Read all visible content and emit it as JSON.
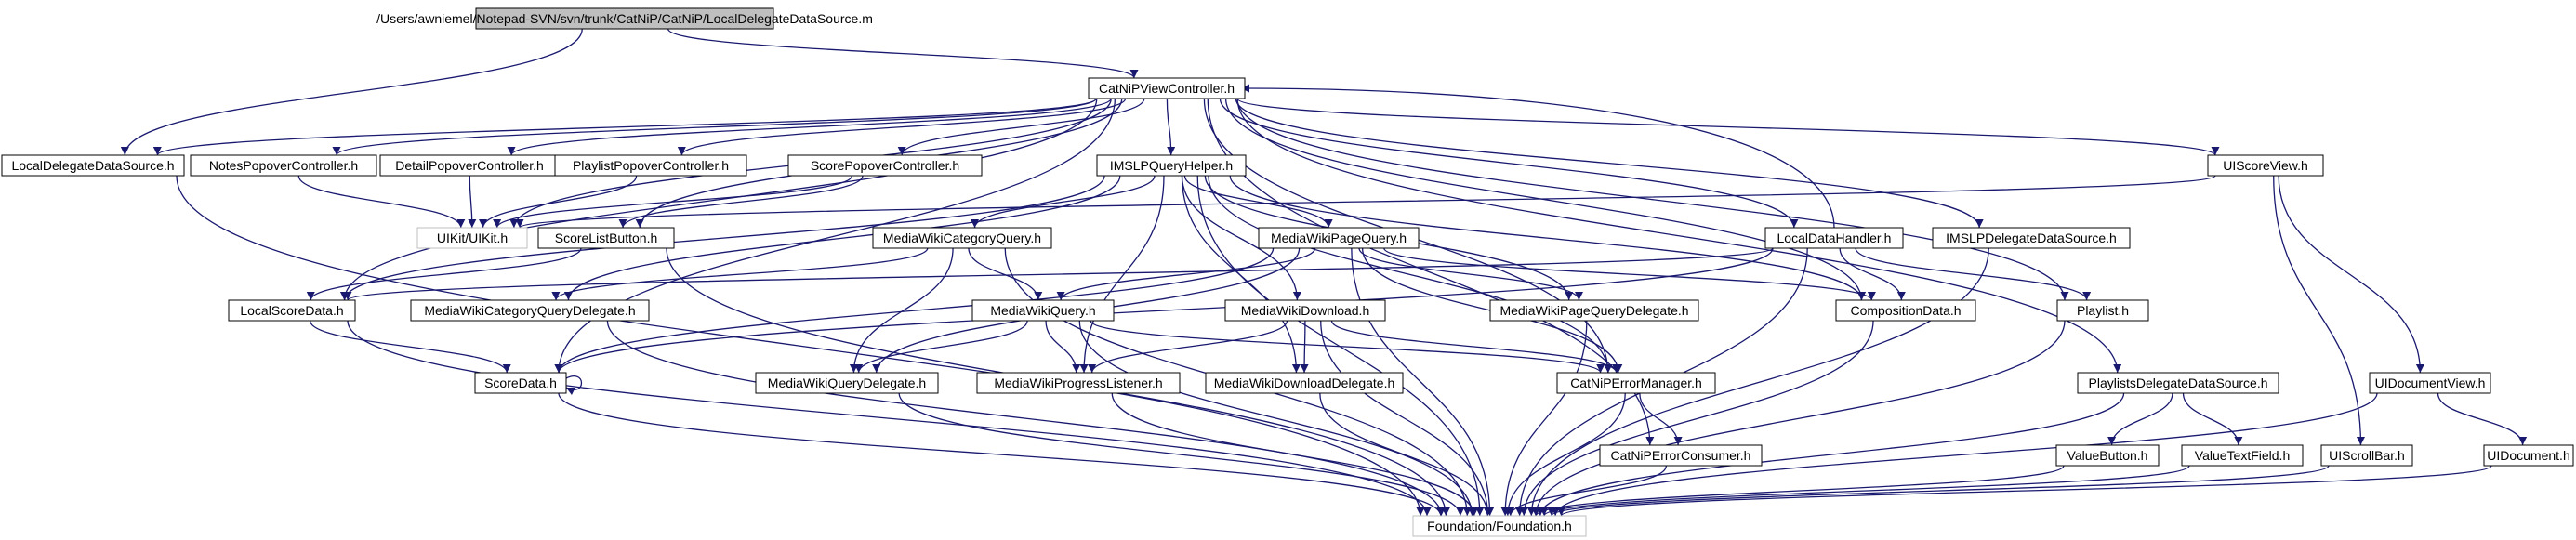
{
  "graph": {
    "colors": {
      "edge": "#191970",
      "node_border": "#000000",
      "external_border": "#bfbfbf",
      "root_fill": "#bfbfbf",
      "background": "#ffffff"
    },
    "nodes": [
      {
        "id": "root",
        "label": "/Users/awniemel/Notepad-SVN/svn/trunk/CatNiP/CatNiP/LocalDelegateDataSource.m",
        "kind": "root"
      },
      {
        "id": "catnipvc",
        "label": "CatNiPViewController.h",
        "kind": "file"
      },
      {
        "id": "localdelegate",
        "label": "LocalDelegateDataSource.h",
        "kind": "file"
      },
      {
        "id": "notespop",
        "label": "NotesPopoverController.h",
        "kind": "file"
      },
      {
        "id": "detailpop",
        "label": "DetailPopoverController.h",
        "kind": "file"
      },
      {
        "id": "playlistpop",
        "label": "PlaylistPopoverController.h",
        "kind": "file"
      },
      {
        "id": "scorepop",
        "label": "ScorePopoverController.h",
        "kind": "file"
      },
      {
        "id": "imslpquery",
        "label": "IMSLPQueryHelper.h",
        "kind": "file"
      },
      {
        "id": "uiscoreview",
        "label": "UIScoreView.h",
        "kind": "file"
      },
      {
        "id": "uikit",
        "label": "UIKit/UIKit.h",
        "kind": "external"
      },
      {
        "id": "scorelistbtn",
        "label": "ScoreListButton.h",
        "kind": "file"
      },
      {
        "id": "mwcatquery",
        "label": "MediaWikiCategoryQuery.h",
        "kind": "file"
      },
      {
        "id": "mwpagequery",
        "label": "MediaWikiPageQuery.h",
        "kind": "file"
      },
      {
        "id": "localdatahandler",
        "label": "LocalDataHandler.h",
        "kind": "file"
      },
      {
        "id": "imslpdelegate",
        "label": "IMSLPDelegateDataSource.h",
        "kind": "file"
      },
      {
        "id": "localscoredata",
        "label": "LocalScoreData.h",
        "kind": "file"
      },
      {
        "id": "mwcatqdelegate",
        "label": "MediaWikiCategoryQueryDelegate.h",
        "kind": "file"
      },
      {
        "id": "mwquery",
        "label": "MediaWikiQuery.h",
        "kind": "file"
      },
      {
        "id": "mwdownload",
        "label": "MediaWikiDownload.h",
        "kind": "file"
      },
      {
        "id": "mwpageqdelegate",
        "label": "MediaWikiPageQueryDelegate.h",
        "kind": "file"
      },
      {
        "id": "compdata",
        "label": "CompositionData.h",
        "kind": "file"
      },
      {
        "id": "playlist",
        "label": "Playlist.h",
        "kind": "file"
      },
      {
        "id": "scoredata",
        "label": "ScoreData.h",
        "kind": "file"
      },
      {
        "id": "mwqdelegate",
        "label": "MediaWikiQueryDelegate.h",
        "kind": "file"
      },
      {
        "id": "mwprogress",
        "label": "MediaWikiProgressListener.h",
        "kind": "file"
      },
      {
        "id": "mwdldelegate",
        "label": "MediaWikiDownloadDelegate.h",
        "kind": "file"
      },
      {
        "id": "errmanager",
        "label": "CatNiPErrorManager.h",
        "kind": "file"
      },
      {
        "id": "playlistsds",
        "label": "PlaylistsDelegateDataSource.h",
        "kind": "file"
      },
      {
        "id": "uidocview",
        "label": "UIDocumentView.h",
        "kind": "file"
      },
      {
        "id": "errconsumer",
        "label": "CatNiPErrorConsumer.h",
        "kind": "file"
      },
      {
        "id": "valuebutton",
        "label": "ValueButton.h",
        "kind": "file"
      },
      {
        "id": "valuetextfield",
        "label": "ValueTextField.h",
        "kind": "file"
      },
      {
        "id": "uiscrollbar",
        "label": "UIScrollBar.h",
        "kind": "file"
      },
      {
        "id": "uidocument",
        "label": "UIDocument.h",
        "kind": "file"
      },
      {
        "id": "foundation",
        "label": "Foundation/Foundation.h",
        "kind": "external"
      }
    ],
    "edges": [
      [
        "root",
        "catnipvc"
      ],
      [
        "root",
        "localdelegate"
      ],
      [
        "catnipvc",
        "localdelegate"
      ],
      [
        "catnipvc",
        "notespop"
      ],
      [
        "catnipvc",
        "detailpop"
      ],
      [
        "catnipvc",
        "playlistpop"
      ],
      [
        "catnipvc",
        "scorepop"
      ],
      [
        "catnipvc",
        "imslpquery"
      ],
      [
        "catnipvc",
        "uiscoreview"
      ],
      [
        "catnipvc",
        "uikit"
      ],
      [
        "catnipvc",
        "scorelistbtn"
      ],
      [
        "catnipvc",
        "localdatahandler"
      ],
      [
        "catnipvc",
        "imslpdelegate"
      ],
      [
        "catnipvc",
        "compdata"
      ],
      [
        "catnipvc",
        "playlist"
      ],
      [
        "catnipvc",
        "errmanager"
      ],
      [
        "catnipvc",
        "errconsumer"
      ],
      [
        "catnipvc",
        "playlistsds"
      ],
      [
        "catnipvc",
        "localscoredata"
      ],
      [
        "catnipvc",
        "scoredata"
      ],
      [
        "localdelegate",
        "foundation"
      ],
      [
        "notespop",
        "uikit"
      ],
      [
        "detailpop",
        "uikit"
      ],
      [
        "playlistpop",
        "uikit"
      ],
      [
        "scorepop",
        "uikit"
      ],
      [
        "scorepop",
        "scorelistbtn"
      ],
      [
        "imslpquery",
        "mwcatquery"
      ],
      [
        "imslpquery",
        "mwpagequery"
      ],
      [
        "imslpquery",
        "mwdownload"
      ],
      [
        "imslpquery",
        "mwprogress"
      ],
      [
        "imslpquery",
        "errmanager"
      ],
      [
        "imslpquery",
        "compdata"
      ],
      [
        "imslpquery",
        "mwpageqdelegate"
      ],
      [
        "imslpquery",
        "mwcatqdelegate"
      ],
      [
        "imslpquery",
        "localscoredata"
      ],
      [
        "imslpquery",
        "mwdldelegate"
      ],
      [
        "imslpquery",
        "foundation"
      ],
      [
        "uiscoreview",
        "uikit"
      ],
      [
        "uiscoreview",
        "uidocview"
      ],
      [
        "uiscoreview",
        "uiscrollbar"
      ],
      [
        "scorelistbtn",
        "localscoredata"
      ],
      [
        "scorelistbtn",
        "foundation"
      ],
      [
        "mwcatquery",
        "mwquery"
      ],
      [
        "mwcatquery",
        "mwqdelegate"
      ],
      [
        "mwcatquery",
        "mwcatqdelegate"
      ],
      [
        "mwcatquery",
        "foundation"
      ],
      [
        "mwpagequery",
        "mwquery"
      ],
      [
        "mwpagequery",
        "mwqdelegate"
      ],
      [
        "mwpagequery",
        "mwpageqdelegate"
      ],
      [
        "mwpagequery",
        "errmanager"
      ],
      [
        "mwpagequery",
        "compdata"
      ],
      [
        "mwpagequery",
        "scoredata"
      ],
      [
        "mwpagequery",
        "foundation"
      ],
      [
        "localdatahandler",
        "catnipvc"
      ],
      [
        "localdatahandler",
        "compdata"
      ],
      [
        "localdatahandler",
        "playlist"
      ],
      [
        "localdatahandler",
        "localscoredata"
      ],
      [
        "localdatahandler",
        "scoredata"
      ],
      [
        "localdatahandler",
        "foundation"
      ],
      [
        "imslpdelegate",
        "foundation"
      ],
      [
        "localscoredata",
        "scoredata"
      ],
      [
        "localscoredata",
        "foundation"
      ],
      [
        "mwcatqdelegate",
        "foundation"
      ],
      [
        "mwquery",
        "mwqdelegate"
      ],
      [
        "mwquery",
        "mwprogress"
      ],
      [
        "mwquery",
        "errmanager"
      ],
      [
        "mwquery",
        "foundation"
      ],
      [
        "mwdownload",
        "mwprogress"
      ],
      [
        "mwdownload",
        "mwdldelegate"
      ],
      [
        "mwdownload",
        "errmanager"
      ],
      [
        "mwdownload",
        "foundation"
      ],
      [
        "mwpageqdelegate",
        "foundation"
      ],
      [
        "compdata",
        "foundation"
      ],
      [
        "playlist",
        "foundation"
      ],
      [
        "scoredata",
        "scoredata"
      ],
      [
        "scoredata",
        "foundation"
      ],
      [
        "mwqdelegate",
        "foundation"
      ],
      [
        "mwprogress",
        "foundation"
      ],
      [
        "mwdldelegate",
        "foundation"
      ],
      [
        "errmanager",
        "errconsumer"
      ],
      [
        "errmanager",
        "foundation"
      ],
      [
        "playlistsds",
        "valuebutton"
      ],
      [
        "playlistsds",
        "valuetextfield"
      ],
      [
        "playlistsds",
        "foundation"
      ],
      [
        "uidocview",
        "uidocument"
      ],
      [
        "uidocview",
        "foundation"
      ],
      [
        "errconsumer",
        "foundation"
      ],
      [
        "valuebutton",
        "foundation"
      ],
      [
        "valuetextfield",
        "foundation"
      ],
      [
        "uiscrollbar",
        "foundation"
      ],
      [
        "uidocument",
        "foundation"
      ]
    ]
  }
}
